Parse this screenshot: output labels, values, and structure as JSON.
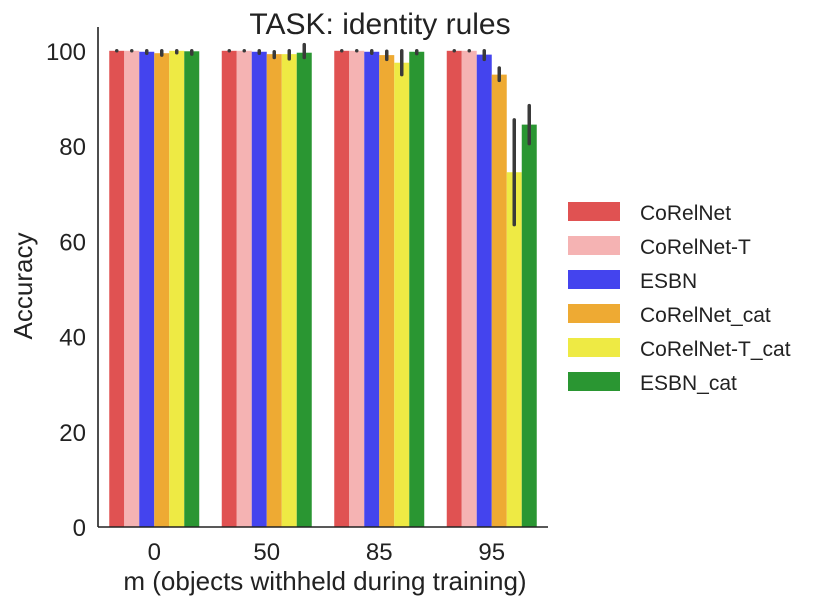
{
  "chart_data": {
    "type": "bar",
    "title": "TASK: identity rules",
    "xlabel": "m (objects withheld during training)",
    "ylabel": "Accuracy",
    "ylim": [
      0,
      105
    ],
    "yticks": [
      0,
      20,
      40,
      60,
      80,
      100
    ],
    "categories": [
      "0",
      "50",
      "85",
      "95"
    ],
    "grid": false,
    "legend": "right",
    "series": [
      {
        "name": "CoRelNet",
        "color": "#e05252",
        "values": [
          100,
          100,
          100,
          100
        ],
        "err": [
          [
            100,
            100
          ],
          [
            100,
            100
          ],
          [
            100,
            100
          ],
          [
            100,
            100
          ]
        ]
      },
      {
        "name": "CoRelNet-T",
        "color": "#f5b3b3",
        "values": [
          100,
          100,
          100,
          100
        ],
        "err": [
          [
            100,
            100
          ],
          [
            100,
            100
          ],
          [
            100,
            100
          ],
          [
            100,
            100
          ]
        ]
      },
      {
        "name": "ESBN",
        "color": "#4444ee",
        "values": [
          99.8,
          99.8,
          99.8,
          99.2
        ],
        "err": [
          [
            99.5,
            100
          ],
          [
            99.5,
            100
          ],
          [
            99.5,
            100
          ],
          [
            98.2,
            100
          ]
        ]
      },
      {
        "name": "CoRelNet_cat",
        "color": "#eeaa33",
        "values": [
          99.5,
          99.3,
          99.1,
          95.0
        ],
        "err": [
          [
            99.1,
            100
          ],
          [
            98.6,
            99.8
          ],
          [
            98.2,
            99.9
          ],
          [
            93.8,
            96.4
          ]
        ]
      },
      {
        "name": "CoRelNet-T_cat",
        "color": "#eeea44",
        "values": [
          100,
          99.3,
          97.5,
          74.5
        ],
        "err": [
          [
            99.6,
            100
          ],
          [
            98.3,
            100
          ],
          [
            95.0,
            100
          ],
          [
            63.5,
            85.5
          ]
        ]
      },
      {
        "name": "ESBN_cat",
        "color": "#2a9632",
        "values": [
          99.9,
          99.6,
          99.8,
          84.5
        ],
        "err": [
          [
            99.3,
            100
          ],
          [
            98.6,
            101.3
          ],
          [
            99.4,
            100
          ],
          [
            80.5,
            88.5
          ]
        ]
      }
    ]
  }
}
